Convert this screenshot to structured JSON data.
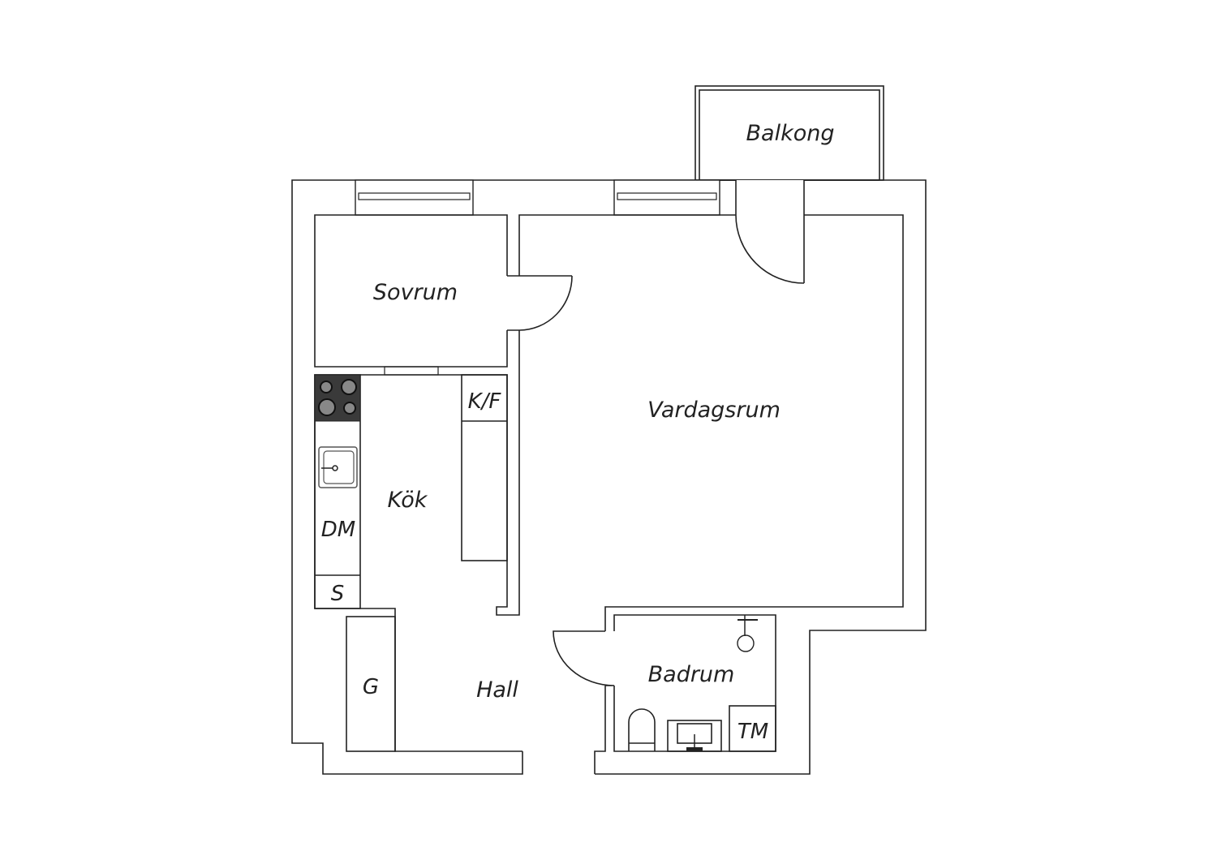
{
  "plan": {
    "rooms": {
      "balcony": "Balkong",
      "bedroom": "Sovrum",
      "living_room": "Vardagsrum",
      "kitchen": "Kök",
      "hall": "Hall",
      "bathroom": "Badrum"
    },
    "fixtures": {
      "fridge_freezer": "K/F",
      "dishwasher": "DM",
      "cabinet_s": "S",
      "wardrobe": "G",
      "washing_machine": "TM"
    },
    "colors": {
      "line": "#222222",
      "stove": "#3a3a3a"
    }
  }
}
